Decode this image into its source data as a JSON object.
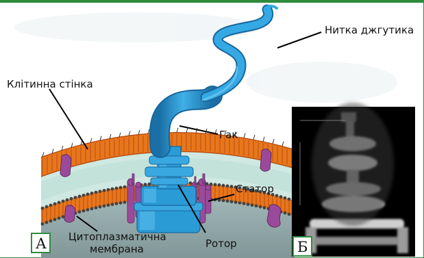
{
  "labels": {
    "filament": "Нитка джгутика",
    "cell_wall": "Клітинна стінка",
    "hook": "Гак",
    "stator": "Статор",
    "rotor": "Ротор",
    "membrane_line1": "Цитоплазматична",
    "membrane_line2": "мембрана"
  },
  "panels": {
    "a": "А",
    "b": "Б"
  },
  "colors": {
    "border_green": "#2e8b3e",
    "wall_orange": "#e8761c",
    "wall_dark": "#b94f10",
    "membrane_orange": "#e8761c",
    "periplasm": "#cfe8e2",
    "cytoplasm": "#8ea3a5",
    "flagellum_blue": "#2b9bd6",
    "flagellum_dark": "#17669b",
    "protein_purple": "#9b4a9b",
    "em_background": "#000000"
  }
}
